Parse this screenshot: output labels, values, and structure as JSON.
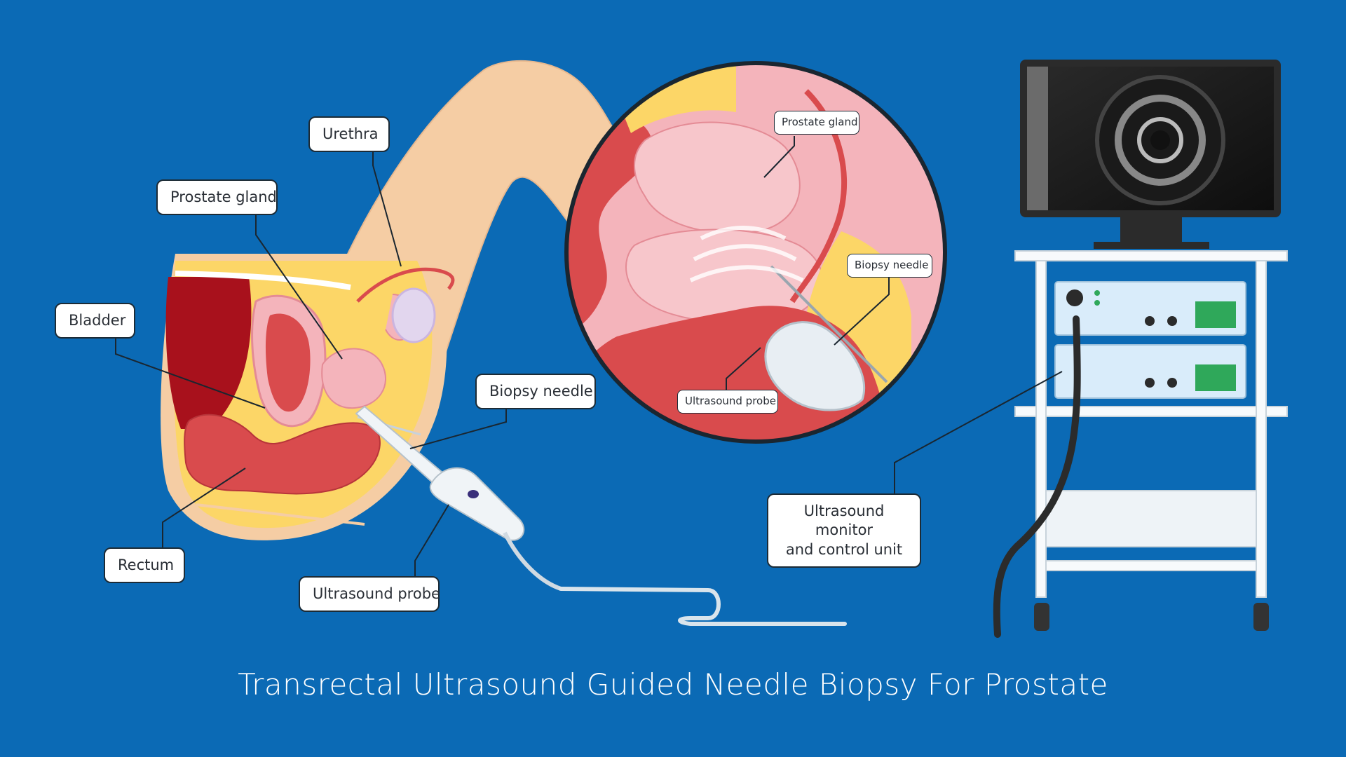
{
  "title": "Transrectal Ultrasound Guided Needle Biopsy For Prostate",
  "labels": {
    "urethra": "Urethra",
    "prostate_gland": "Prostate gland",
    "bladder": "Bladder",
    "rectum": "Rectum",
    "biopsy_needle": "Biopsy needle",
    "ultrasound_probe": "Ultrasound probe",
    "zoom_prostate_gland": "Prostate gland",
    "zoom_biopsy_needle": "Biopsy needle",
    "zoom_ultrasound_probe": "Ultrasound probe",
    "monitor_line1": "Ultrasound monitor",
    "monitor_line2": "and control unit"
  },
  "colors": {
    "background": "#0b6ab5",
    "skin": "#f5cda4",
    "fat": "#fcd667",
    "tissue_pink": "#f4b4bb",
    "muscle_red": "#d94b4d",
    "bladder_dark": "#a8111c",
    "device_blue": "#d9ecfa",
    "panel_green": "#2fa85a"
  },
  "icons": [
    "anatomy-cross-section",
    "zoom-circle",
    "ultrasound-probe-icon",
    "biopsy-needle-icon",
    "ultrasound-monitor-icon",
    "control-unit-icon",
    "cart-icon"
  ]
}
